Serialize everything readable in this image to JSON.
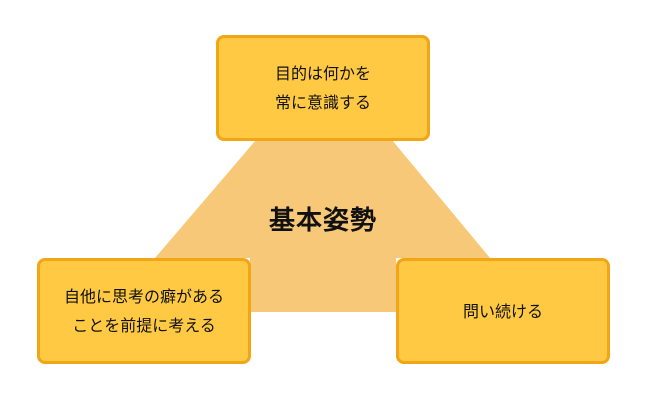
{
  "diagram": {
    "center_label": "基本姿勢",
    "nodes": {
      "top": "目的は何かを\n常に意識する",
      "left": "自他に思考の癖がある\nことを前提に考える",
      "right": "問い続ける"
    },
    "colors": {
      "triangle": "#f7c877",
      "node_fill": "#ffc943",
      "node_border": "#f2a516",
      "text": "#111111"
    }
  }
}
